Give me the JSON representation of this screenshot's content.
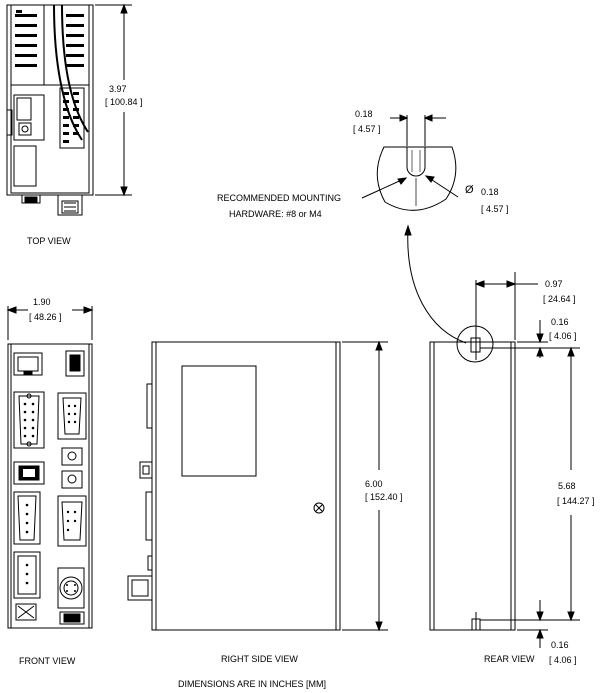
{
  "views": {
    "top": "TOP VIEW",
    "front": "FRONT VIEW",
    "right_side": "RIGHT SIDE VIEW",
    "rear": "REAR VIEW"
  },
  "dimensions": {
    "top_height": {
      "in": "3.97",
      "mm": "[ 100.84 ]"
    },
    "front_width": {
      "in": "1.90",
      "mm": "[ 48.26 ]"
    },
    "side_height": {
      "in": "6.00",
      "mm": "[ 152.40 ]"
    },
    "rear_offset": {
      "in": "0.97",
      "mm": "[ 24.64 ]"
    },
    "rear_top": {
      "in": "0.16",
      "mm": "[ 4.06 ]"
    },
    "rear_hole_span": {
      "in": "5.68",
      "mm": "[ 144.27 ]"
    },
    "rear_bottom": {
      "in": "0.16",
      "mm": "[ 4.06 ]"
    },
    "slot_width": {
      "in": "0.18",
      "mm": "[ 4.57 ]"
    },
    "hole_diameter": {
      "symbol": "Ø",
      "in": "0.18",
      "mm": "[ 4.57 ]"
    }
  },
  "notes": {
    "mounting_line1": "RECOMMENDED MOUNTING",
    "mounting_line2": "HARDWARE: #8 or M4",
    "units": "DIMENSIONS ARE IN INCHES [MM]"
  }
}
